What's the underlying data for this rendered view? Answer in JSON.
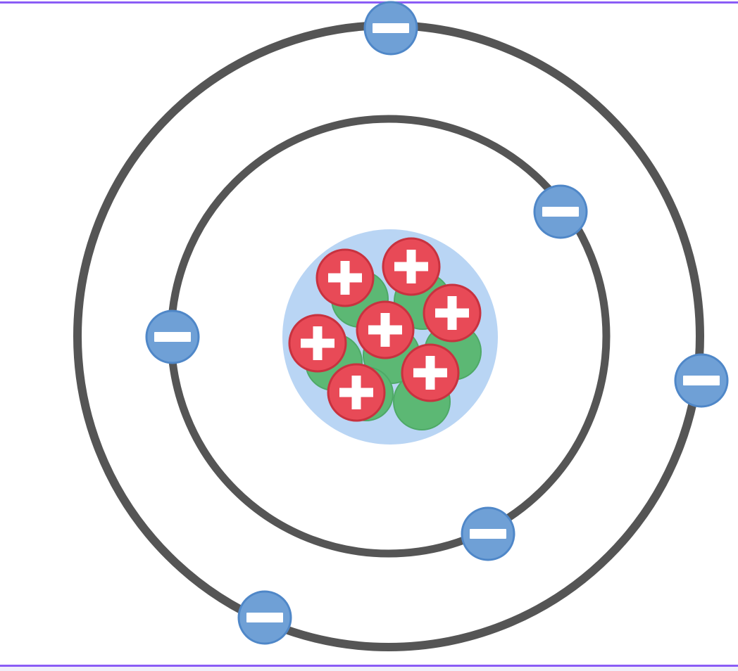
{
  "diagram": {
    "type": "bohr-atom-model",
    "colors": {
      "frame": "#8b5cf6",
      "orbit": "#555555",
      "electron": "#6fa0d6",
      "electron_edge": "#4f87c8",
      "proton": "#e84a57",
      "proton_edge": "#c8323f",
      "neutron": "#5cb874",
      "neutron_edge": "#4aa663",
      "nucleus_cloud": "#b9d5f4",
      "sign": "#ffffff"
    },
    "icons": {
      "electron": "minus-sign-icon",
      "proton": "plus-sign-icon"
    },
    "shells": [
      {
        "name": "inner-shell",
        "electrons": 3
      },
      {
        "name": "outer-shell",
        "electrons": 3
      }
    ],
    "nucleus": {
      "protons": 7,
      "neutrons": 7
    }
  }
}
